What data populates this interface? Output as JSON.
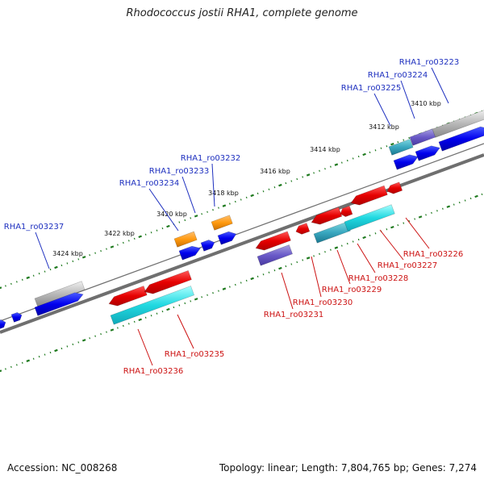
{
  "title": "Rhodococcus jostii RHA1, complete genome",
  "footer": {
    "accession": "Accession: NC_008268",
    "topology": "Topology: linear; Length: 7,804,765 bp; Genes: 7,274"
  },
  "colors": {
    "forward_label": "#1d2fbf",
    "reverse_label": "#cc1111",
    "tick": "#1f7a1f",
    "backbone": "#6f6f6f"
  },
  "kbp_labels": [
    "3410 kbp",
    "3412 kbp",
    "3414 kbp",
    "3416 kbp",
    "3418 kbp",
    "3420 kbp",
    "3422 kbp",
    "3424 kbp"
  ],
  "forward_genes": [
    {
      "label": "RHA1_ro03223"
    },
    {
      "label": "RHA1_ro03224"
    },
    {
      "label": "RHA1_ro03225"
    },
    {
      "label": "RHA1_ro03232"
    },
    {
      "label": "RHA1_ro03233"
    },
    {
      "label": "RHA1_ro03234"
    },
    {
      "label": "RHA1_ro03237"
    }
  ],
  "reverse_genes": [
    {
      "label": "RHA1_ro03226"
    },
    {
      "label": "RHA1_ro03227"
    },
    {
      "label": "RHA1_ro03228"
    },
    {
      "label": "RHA1_ro03229"
    },
    {
      "label": "RHA1_ro03230"
    },
    {
      "label": "RHA1_ro03231"
    },
    {
      "label": "RHA1_ro03235"
    },
    {
      "label": "RHA1_ro03236"
    }
  ]
}
